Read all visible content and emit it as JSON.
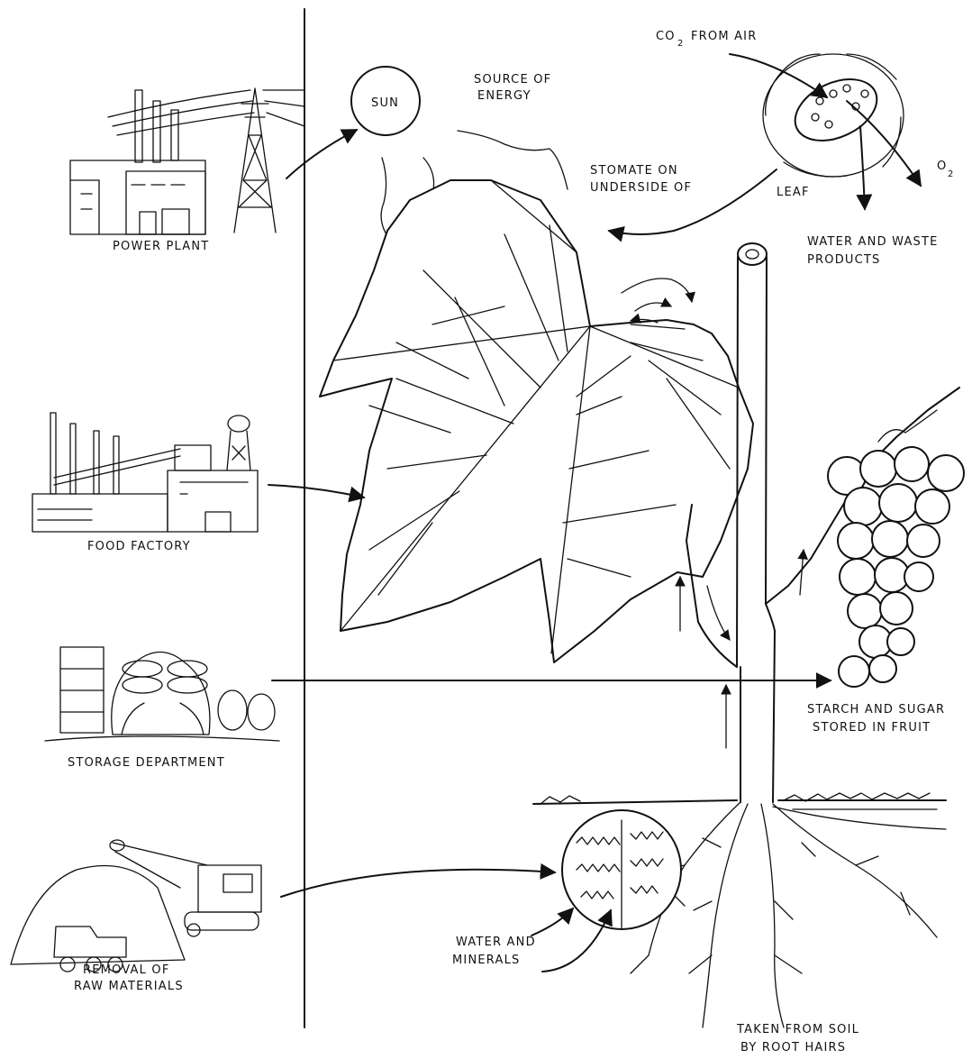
{
  "labels": {
    "sun": "SUN",
    "source_energy_1": "SOURCE OF",
    "source_energy_2": "ENERGY",
    "co2_from_air": "FROM AIR",
    "co2_c": "CO",
    "co2_sub": "2",
    "o2_o": "O",
    "o2_sub": "2",
    "stomate_1": "STOMATE ON",
    "stomate_2": "UNDERSIDE OF",
    "leaf": "LEAF",
    "water_waste_1": "WATER AND WASTE",
    "water_waste_2": "PRODUCTS",
    "power_plant": "POWER PLANT",
    "food_factory": "FOOD FACTORY",
    "storage_department": "STORAGE DEPARTMENT",
    "starch_sugar_1": "STARCH AND SUGAR",
    "starch_sugar_2": "STORED IN FRUIT",
    "removal_1": "REMOVAL OF",
    "removal_2": "RAW MATERIALS",
    "water_minerals_1": "WATER AND",
    "water_minerals_2": "MINERALS",
    "taken_soil_1": "TAKEN FROM SOIL",
    "taken_soil_2": "BY ROOT HAIRS"
  }
}
